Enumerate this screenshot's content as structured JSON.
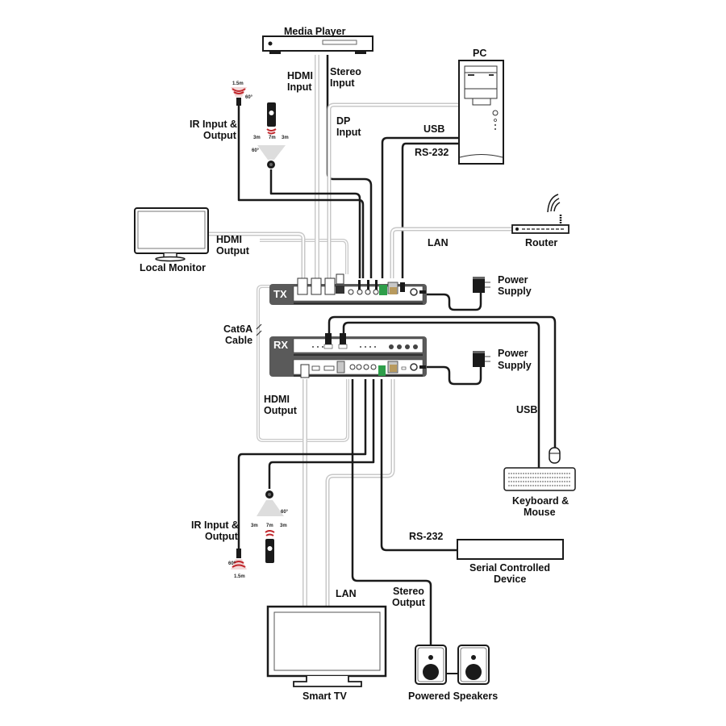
{
  "diagram": {
    "type": "connection-diagram",
    "colors": {
      "cable_dark": "#1a1a1a",
      "cable_light": "#c8c8c8",
      "device_body": "#5a5a5a",
      "terminal_green": "#2e9e4a",
      "ir_red": "#c0282d",
      "lan_tan": "#b89a5e"
    },
    "devices": {
      "media_player": "Media Player",
      "pc": "PC",
      "router": "Router",
      "local_monitor": "Local Monitor",
      "tx": "TX",
      "rx": "RX",
      "power_supply_tx": "Power Supply",
      "power_supply_rx": "Power Supply",
      "keyboard_mouse_line1": "Keyboard &",
      "keyboard_mouse_line2": "Mouse",
      "serial_device_line1": "Serial Controlled",
      "serial_device_line2": "Device",
      "smart_tv": "Smart TV",
      "powered_speakers": "Powered Speakers"
    },
    "connections": {
      "hdmi_input": [
        "HDMI",
        "Input"
      ],
      "stereo_input": [
        "Stereo",
        "Input"
      ],
      "dp_input": [
        "DP",
        "Input"
      ],
      "usb_pc": "USB",
      "rs232_pc": "RS-232",
      "lan_router": "LAN",
      "hdmi_output_local": [
        "HDMI",
        "Output"
      ],
      "cat6a": [
        "Cat6A",
        "Cable"
      ],
      "ir_top": [
        "IR Input &",
        "Output"
      ],
      "power_tx": [
        "Power",
        "Supply"
      ],
      "power_rx": [
        "Power",
        "Supply"
      ],
      "usb_kbm": "USB",
      "hdmi_output_rx": [
        "HDMI",
        "Output"
      ],
      "ir_bottom": [
        "IR Input &",
        "Output"
      ],
      "rs232_serial": "RS-232",
      "lan_tv": "LAN",
      "stereo_output": [
        "Stereo",
        "Output"
      ]
    },
    "ir_specs": {
      "emitter_distance": "1.5m",
      "emitter_angle": "60°",
      "receiver_side_left": "3m",
      "receiver_center": "7m",
      "receiver_side_right": "3m",
      "receiver_angle": "60°"
    }
  }
}
